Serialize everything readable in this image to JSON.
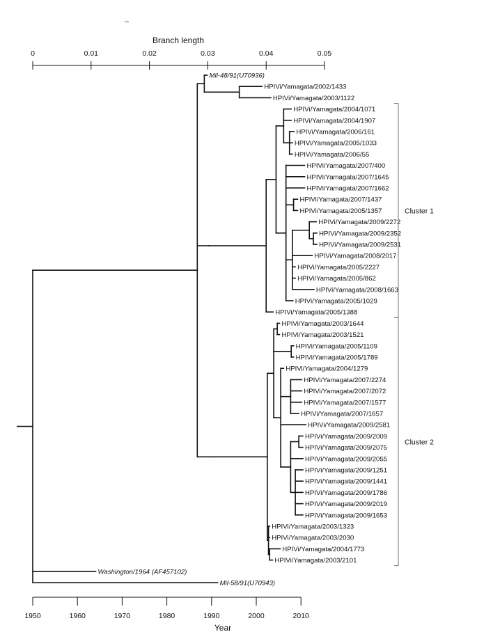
{
  "stray_mark": "–",
  "top_axis": {
    "title": "Branch length",
    "ticks": [
      {
        "value": 0,
        "label": "0"
      },
      {
        "value": 0.01,
        "label": "0.01"
      },
      {
        "value": 0.02,
        "label": "0.02"
      },
      {
        "value": 0.03,
        "label": "0.03"
      },
      {
        "value": 0.04,
        "label": "0.04"
      },
      {
        "value": 0.05,
        "label": "0.05"
      }
    ]
  },
  "bottom_axis": {
    "title": "Year",
    "ticks": [
      {
        "value": 1950,
        "label": "1950"
      },
      {
        "value": 1960,
        "label": "1960"
      },
      {
        "value": 1970,
        "label": "1970"
      },
      {
        "value": 1980,
        "label": "1980"
      },
      {
        "value": 1990,
        "label": "1990"
      },
      {
        "value": 2000,
        "label": "2000"
      },
      {
        "value": 2010,
        "label": "2010"
      }
    ]
  },
  "clusters": [
    {
      "label": "Cluster 1"
    },
    {
      "label": "Cluster 2"
    }
  ],
  "tree": {
    "children": [
      {
        "len": 0.0282,
        "children": [
          {
            "len": 0.0012,
            "children": [
              {
                "name": "Mil-48/91(U70936)",
                "italic": true,
                "len": 0.0005
              },
              {
                "len": 0.006,
                "children": [
                  {
                    "name": "HPIVi/Yamagata/2002/1433",
                    "len": 0.0039
                  },
                  {
                    "name": "HPIVi/Yamagata/2003/1122",
                    "len": 0.0054
                  }
                ]
              }
            ]
          },
          {
            "len": 0.002,
            "children": [
              {
                "len": 0.0098,
                "children": [
                  {
                    "len": 0.0017,
                    "children": [
                      {
                        "len": 0.0013,
                        "children": [
                          {
                            "name": "HPIVi/Yamagata/2004/1071",
                            "len": 0.0013
                          },
                          {
                            "name": "HPIVi/Yamagata/2004/1907",
                            "len": 0.0013
                          },
                          {
                            "len": 0.001,
                            "children": [
                              {
                                "name": "HPIVi/Yamagata/2006/161",
                                "len": 0.0008
                              },
                              {
                                "name": "HPIVi/Yamagata/2005/1033",
                                "len": 0.0005
                              },
                              {
                                "name": "HPIVi/Yamagata/2006/55",
                                "len": 0.0005
                              }
                            ]
                          }
                        ]
                      },
                      {
                        "len": 0.0017,
                        "children": [
                          {
                            "name": "HPIVi/Yamagata/2007/400",
                            "len": 0.0032
                          },
                          {
                            "name": "HPIVi/Yamagata/2007/1645",
                            "len": 0.0032
                          },
                          {
                            "name": "HPIVi/Yamagata/2007/1662",
                            "len": 0.0032
                          },
                          {
                            "len": 0.0013,
                            "children": [
                              {
                                "name": "HPIVi/Yamagata/2007/1437",
                                "len": 0.0007
                              },
                              {
                                "name": "HPIVi/Yamagata/2005/1357",
                                "len": 0.0007
                              }
                            ]
                          },
                          {
                            "len": 0.0011,
                            "children": [
                              {
                                "len": 0.0029,
                                "children": [
                                  {
                                    "name": "HPIVi/Yamagata/2009/2272",
                                    "len": 0.0012
                                  },
                                  {
                                    "len": 0.0007,
                                    "children": [
                                      {
                                        "name": "HPIVi/Yamagata/2009/2352",
                                        "len": 0.0006
                                      },
                                      {
                                        "name": "HPIVi/Yamagata/2009/2531",
                                        "len": 0.0006
                                      }
                                    ]
                                  }
                                ]
                              },
                              {
                                "name": "HPIVi/Yamagata/2008/2017",
                                "len": 0.0034
                              },
                              {
                                "name": "HPIVi/Yamagata/2005/2227",
                                "len": 0.0005
                              },
                              {
                                "name": "HPIVi/Yamagata/2005/862",
                                "len": 0.0005
                              },
                              {
                                "name": "HPIVi/Yamagata/2008/1663",
                                "len": 0.0037
                              }
                            ]
                          },
                          {
                            "name": "HPIVi/Yamagata/2005/1029",
                            "len": 0.0012
                          }
                        ]
                      }
                    ]
                  },
                  {
                    "name": "HPIVi/Yamagata/2005/1388",
                    "len": 0.0012
                  }
                ]
              }
            ]
          },
          {
            "len": 0.0022,
            "children": [
              {
                "len": 0.0098,
                "children": [
                  {
                    "len": 0.0011,
                    "children": [
                      {
                        "len": 0.0006,
                        "children": [
                          {
                            "name": "HPIVi/Yamagata/2003/1644",
                            "len": 0.0004
                          },
                          {
                            "name": "HPIVi/Yamagata/2003/1521",
                            "len": 0.0004
                          }
                        ]
                      },
                      {
                        "len": 0.003,
                        "children": [
                          {
                            "name": "HPIVi/Yamagata/2005/1109",
                            "len": 0.0004
                          },
                          {
                            "name": "HPIVi/Yamagata/2005/1789",
                            "len": 0.0004
                          }
                        ]
                      },
                      {
                        "len": 0.0012,
                        "children": [
                          {
                            "name": "HPIVi/Yamagata/2004/1279",
                            "len": 0.0005
                          },
                          {
                            "len": 0.0017,
                            "children": [
                              {
                                "name": "HPIVi/Yamagata/2007/2274",
                                "len": 0.0019
                              },
                              {
                                "name": "HPIVi/Yamagata/2007/2072",
                                "len": 0.0019
                              },
                              {
                                "name": "HPIVi/Yamagata/2007/1577",
                                "len": 0.0019
                              },
                              {
                                "name": "HPIVi/Yamagata/2007/1657",
                                "len": 0.0014
                              }
                            ]
                          },
                          {
                            "name": "HPIVi/Yamagata/2009/2581",
                            "len": 0.0043
                          },
                          {
                            "len": 0.0017,
                            "children": [
                              {
                                "len": 0.0014,
                                "children": [
                                  {
                                    "name": "HPIVi/Yamagata/2009/2009",
                                    "len": 0.0007
                                  },
                                  {
                                    "name": "HPIVi/Yamagata/2009/2075",
                                    "len": 0.0007
                                  }
                                ]
                              },
                              {
                                "name": "HPIVi/Yamagata/2009/2055",
                                "len": 0.0021
                              },
                              {
                                "len": 0.0008,
                                "children": [
                                  {
                                    "name": "HPIVi/Yamagata/2009/1251",
                                    "len": 0.0013
                                  },
                                  {
                                    "name": "HPIVi/Yamagata/2009/1441",
                                    "len": 0.0013
                                  },
                                  {
                                    "name": "HPIVi/Yamagata/2009/1786",
                                    "len": 0.0013
                                  },
                                  {
                                    "name": "HPIVi/Yamagata/2009/2019",
                                    "len": 0.0013
                                  },
                                  {
                                    "name": "HPIVi/Yamagata/2009/1653",
                                    "len": 0.0013
                                  }
                                ]
                              }
                            ]
                          }
                        ]
                      }
                    ]
                  },
                  {
                    "len": 0.0002,
                    "children": [
                      {
                        "name": "HPIVi/Yamagata/2003/1323",
                        "len": 0.0002
                      },
                      {
                        "name": "HPIVi/Yamagata/2003/2030",
                        "len": 0.0002
                      },
                      {
                        "len": 0.0002,
                        "children": [
                          {
                            "name": "HPIVi/Yamagata/2004/1773",
                            "len": 0.0018
                          },
                          {
                            "name": "HPIVi/Yamagata/2003/2101",
                            "len": 0.0005
                          }
                        ]
                      }
                    ]
                  }
                ]
              }
            ]
          }
        ]
      },
      {
        "name": "Washington/1964 (AF457102)",
        "italic": true,
        "len": 0.0108
      },
      {
        "name": "Mil-58/91(U70943)",
        "italic": true,
        "len": 0.0317
      }
    ]
  }
}
